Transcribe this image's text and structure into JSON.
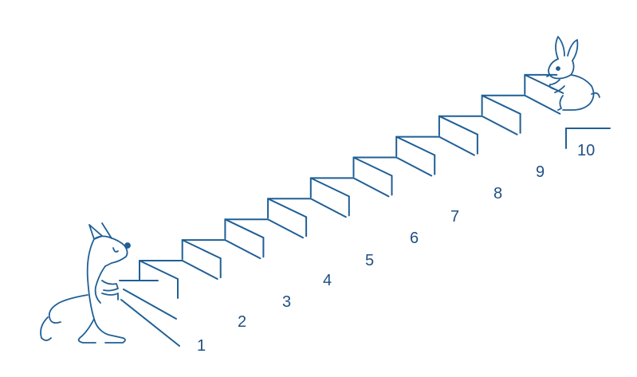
{
  "colors": {
    "line": "#1f5f96",
    "text": "#1f4f86",
    "background": "#ffffff"
  },
  "illustration": {
    "left_character": "kangaroo",
    "right_character": "rabbit",
    "steps": [
      "1",
      "2",
      "3",
      "4",
      "5",
      "6",
      "7",
      "8",
      "9",
      "10"
    ]
  }
}
